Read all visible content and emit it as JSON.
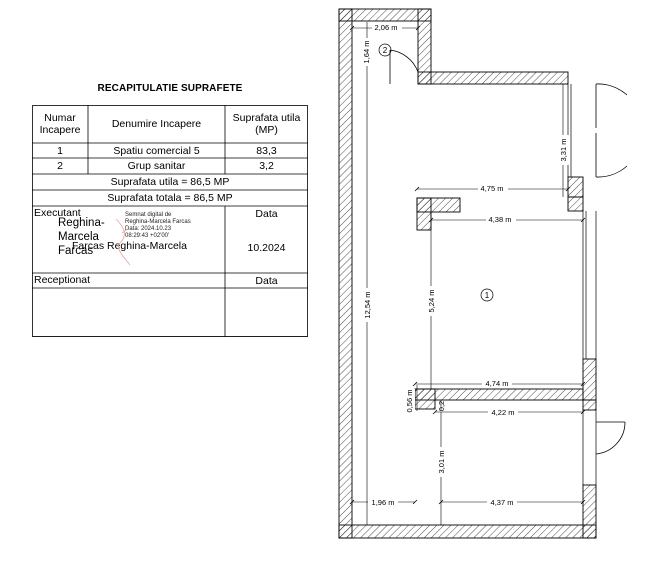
{
  "table": {
    "title": "RECAPITULATIE SUPRAFETE",
    "header": {
      "col1": "Numar Incapere",
      "col2": "Denumire Incapere",
      "col3": "Suprafata utila (MP)"
    },
    "rows": [
      {
        "nr": "1",
        "name": "Spatiu comercial 5",
        "area": "83,3"
      },
      {
        "nr": "2",
        "name": "Grup sanitar",
        "area": "3,2"
      }
    ],
    "total_util": "Suprafata utila = 86,5 MP",
    "total_total": "Suprafata totala = 86,5 MP",
    "executant_label": "Executant",
    "executant_name": "Reghina-Marcela Farcas",
    "executant_name_overlay": "Farcas Reghina-Marcela",
    "signature_text": "Semnat digital de Reghina-Marcela Farcas Data: 2024.10.23 08:29:43 +02'00'",
    "data_label": "Data",
    "executant_date": "10.2024",
    "receptionat_label": "Receptionat",
    "receptionat_data_label": "Data"
  },
  "plan": {
    "room_labels": [
      "1",
      "2"
    ],
    "dimensions": {
      "top_width": "2,06 m",
      "wc_height": "1,64 m",
      "door_recess": "3,31 m",
      "upper_width": "4,75 m",
      "inner_width": "4,38 m",
      "inner_height": "5,24 m",
      "long_height": "12,54 m",
      "mid_width": "4,74 m",
      "wall_thk": "0,56 m",
      "small_gap": "0,2",
      "lower_width": "4,22 m",
      "lower_height": "3,01 m",
      "bottom_left": "1,96 m",
      "bottom_right": "4,37 m"
    }
  }
}
